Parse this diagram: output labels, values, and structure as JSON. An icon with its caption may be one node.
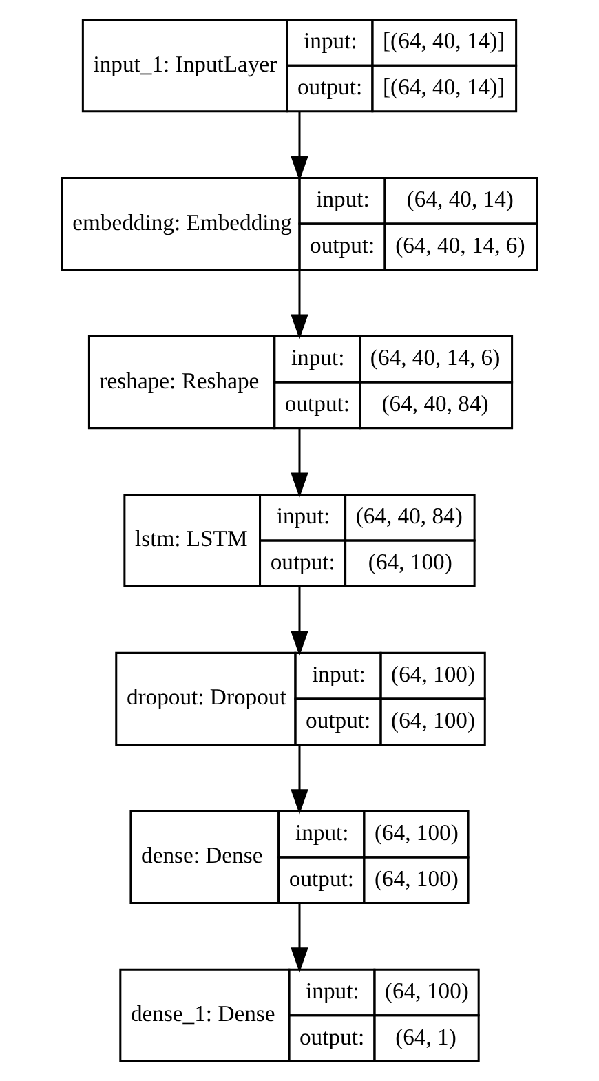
{
  "diagram": {
    "nodes": [
      {
        "text": [
          "input_1: InputLayer",
          "input:",
          "[(64, 40, 14)]",
          "output:",
          "[(64, 40, 14)]"
        ]
      },
      {
        "text": [
          "embedding: Embedding",
          "input:",
          "(64, 40, 14)",
          "output:",
          "(64, 40, 14, 6)"
        ]
      },
      {
        "text": [
          "reshape: Reshape",
          "input:",
          "(64, 40, 14, 6)",
          "output:",
          "(64, 40, 84)"
        ]
      },
      {
        "text": [
          "lstm: LSTM",
          "input:",
          "(64, 40, 84)",
          "output:",
          "(64, 100)"
        ]
      },
      {
        "text": [
          "dropout: Dropout",
          "input:",
          "(64, 100)",
          "output:",
          "(64, 100)"
        ]
      },
      {
        "text": [
          "dense: Dense",
          "input:",
          "(64, 100)",
          "output:",
          "(64, 100)"
        ]
      },
      {
        "text": [
          "dense_1: Dense",
          "input:",
          "(64, 100)",
          "output:",
          "(64, 1)"
        ]
      }
    ],
    "edges": [
      {
        "from": 0,
        "to": 1,
        "arrow": "to"
      },
      {
        "from": 1,
        "to": 2,
        "arrow": "to"
      },
      {
        "from": 2,
        "to": 3,
        "arrow": "to"
      },
      {
        "from": 3,
        "to": 4,
        "arrow": "to"
      },
      {
        "from": 4,
        "to": 5,
        "arrow": "to"
      },
      {
        "from": 5,
        "to": 6,
        "arrow": "to"
      }
    ]
  }
}
